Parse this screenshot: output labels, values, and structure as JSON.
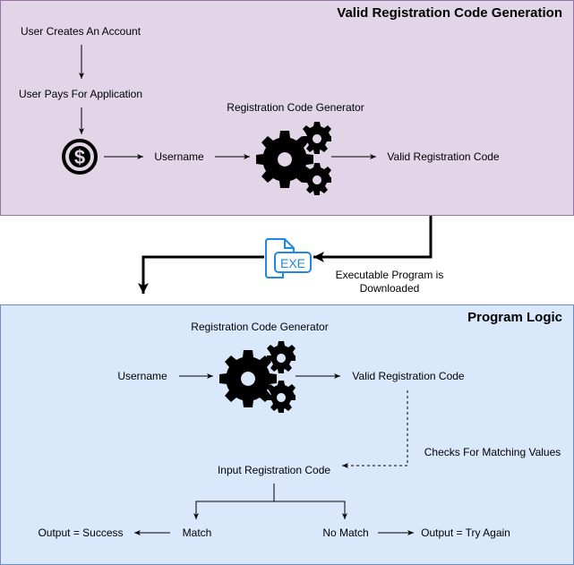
{
  "colors": {
    "top_panel_fill": "#e1d5e7",
    "top_panel_border": "#9673a6",
    "bottom_panel_fill": "#dae8fc",
    "bottom_panel_border": "#6c8ebf",
    "exe_icon": "#1e88e5"
  },
  "top_panel": {
    "title": "Valid Registration Code Generation",
    "nodes": {
      "create_account": "User Creates An Account",
      "pays": "User Pays For Application",
      "payment_icon": "dollar-coin-icon",
      "username": "Username",
      "generator_label": "Registration Code Generator",
      "generator_icon": "gears-icon",
      "valid_code": "Valid Registration Code"
    }
  },
  "transfer": {
    "icon": "exe-file-icon",
    "icon_text": "EXE",
    "label": "Executable Program is Downloaded"
  },
  "bottom_panel": {
    "title": "Program Logic",
    "nodes": {
      "generator_label": "Registration Code Generator",
      "generator_icon": "gears-icon",
      "username": "Username",
      "valid_code": "Valid Registration Code",
      "checks_label": "Checks For Matching Values",
      "input_code": "Input Registration Code",
      "match": "Match",
      "no_match": "No Match",
      "success": "Output = Success",
      "try_again": "Output = Try Again"
    }
  }
}
